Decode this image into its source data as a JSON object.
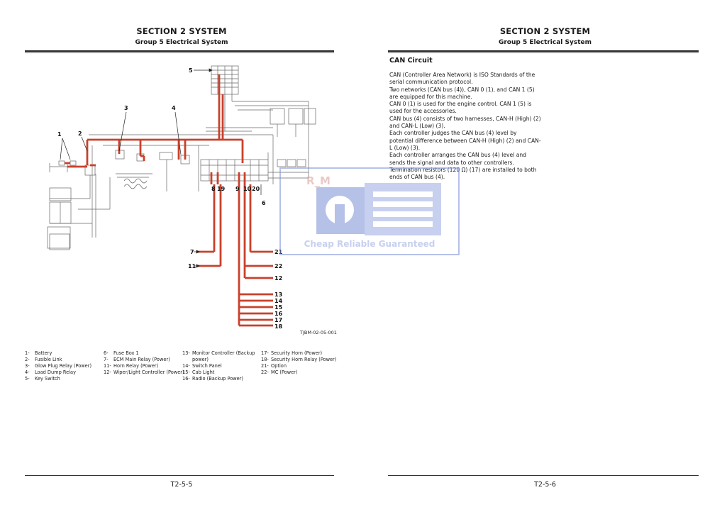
{
  "left_page": {
    "section_title": "SECTION 2 SYSTEM",
    "group_title": "Group 5 Electrical System",
    "figure_id": "TJBM-02-05-001",
    "page_number": "T2-5-5",
    "callouts": {
      "c1": "1",
      "c2": "2",
      "c3": "3",
      "c4": "4",
      "c5": "5",
      "c6": "6",
      "c8": "8",
      "c19": "19",
      "c9": "9",
      "c10": "10",
      "c20": "20",
      "c7": "7",
      "c11": "11",
      "c21": "21",
      "c22": "22",
      "c12": "12",
      "c13": "13",
      "c14": "14",
      "c15": "15",
      "c16": "16",
      "c17": "17",
      "c18": "18"
    },
    "legend": [
      [
        {
          "num": "1-",
          "label": "Battery"
        },
        {
          "num": "2-",
          "label": "Fusible Link"
        },
        {
          "num": "3-",
          "label": "Glow Plug Relay (Power)"
        },
        {
          "num": "4-",
          "label": "Load Dump Relay"
        },
        {
          "num": "5-",
          "label": "Key Switch"
        }
      ],
      [
        {
          "num": "6-",
          "label": "Fuse Box 1"
        },
        {
          "num": "7-",
          "label": "ECM Main Relay (Power)"
        },
        {
          "num": "11-",
          "label": "Horn Relay (Power)"
        },
        {
          "num": "12-",
          "label": "Wiper/Light Controller (Power)"
        }
      ],
      [
        {
          "num": "13-",
          "label": "Monitor Controller (Backup"
        },
        {
          "num": "",
          "label": "power)"
        },
        {
          "num": "14-",
          "label": "Switch Panel"
        },
        {
          "num": "15-",
          "label": "Cab Light"
        },
        {
          "num": "16-",
          "label": "Radio (Backup Power)"
        }
      ],
      [
        {
          "num": "17-",
          "label": "Security Horn (Power)"
        },
        {
          "num": "18-",
          "label": "Security Horn Relay (Power)"
        },
        {
          "num": "21-",
          "label": "Option"
        },
        {
          "num": "22-",
          "label": "MC (Power)"
        }
      ]
    ]
  },
  "right_page": {
    "section_title": "SECTION 2 SYSTEM",
    "group_title": "Group 5 Electrical System",
    "heading": "CAN Circuit",
    "paragraphs": [
      "CAN (Controller Area Network) is ISO Standards of the serial communication protocol.",
      "Two networks (CAN bus (4)), CAN 0 (1), and CAN 1 (5) are equipped for this machine.",
      "CAN 0 (1) is used for the engine control. CAN 1 (5) is used for the accessories.",
      "CAN bus (4) consists of two harnesses, CAN-H (High) (2) and CAN-L (Low) (3).",
      "Each controller judges the CAN bus (4) level by potential difference between CAN-H (High) (2) and CAN-L (Low) (3).",
      "Each controller arranges the CAN bus (4) level and sends the signal and data to other controllers.",
      "Termination resistors (120 Ω) (17) are installed to both ends of CAN bus (4)."
    ],
    "page_number": "T2-5-6"
  },
  "watermark": {
    "logo_text": "R_M",
    "tagline": "Cheap Reliable Guaranteed",
    "color": "#7b8fd6"
  },
  "colors": {
    "wire_highlight": "#c9412c",
    "wire_normal": "#555555"
  }
}
